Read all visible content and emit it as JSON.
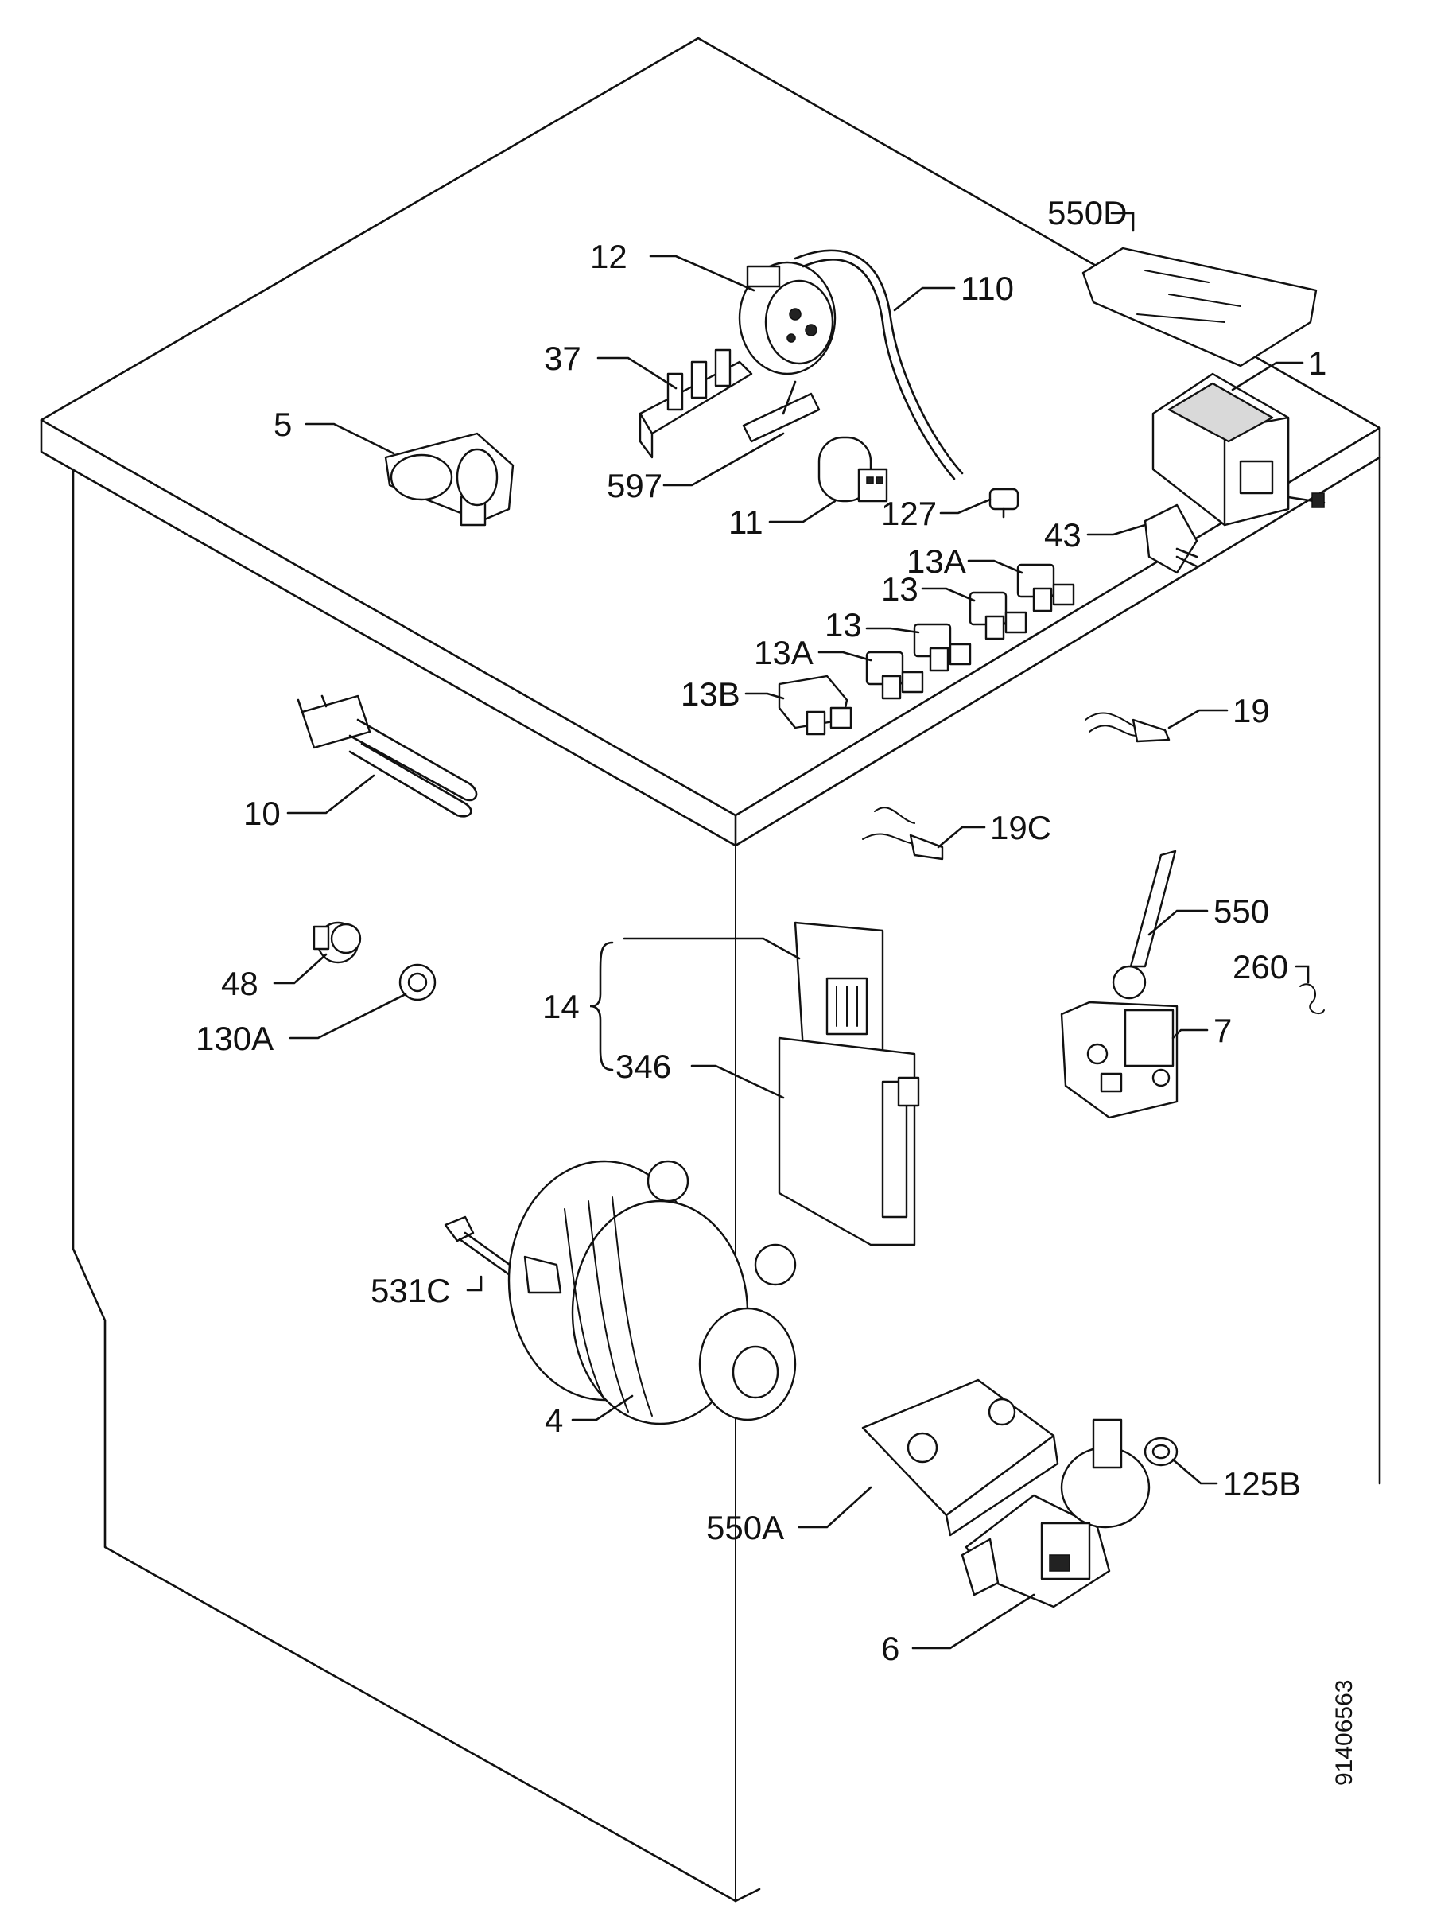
{
  "labels": [
    {
      "id": "550d",
      "text": "550D"
    },
    {
      "id": "12",
      "text": "12"
    },
    {
      "id": "110",
      "text": "110"
    },
    {
      "id": "37",
      "text": "37"
    },
    {
      "id": "1",
      "text": "1"
    },
    {
      "id": "5",
      "text": "5"
    },
    {
      "id": "597",
      "text": "597"
    },
    {
      "id": "11",
      "text": "11"
    },
    {
      "id": "127",
      "text": "127"
    },
    {
      "id": "43",
      "text": "43"
    },
    {
      "id": "13a-1",
      "text": "13A"
    },
    {
      "id": "13-1",
      "text": "13"
    },
    {
      "id": "13-2",
      "text": "13"
    },
    {
      "id": "13a-2",
      "text": "13A"
    },
    {
      "id": "13b",
      "text": "13B"
    },
    {
      "id": "19",
      "text": "19"
    },
    {
      "id": "10",
      "text": "10"
    },
    {
      "id": "19c",
      "text": "19C"
    },
    {
      "id": "550",
      "text": "550"
    },
    {
      "id": "260",
      "text": "260"
    },
    {
      "id": "48",
      "text": "48"
    },
    {
      "id": "14",
      "text": "14"
    },
    {
      "id": "130a",
      "text": "130A"
    },
    {
      "id": "7",
      "text": "7"
    },
    {
      "id": "346",
      "text": "346"
    },
    {
      "id": "531c",
      "text": "531C"
    },
    {
      "id": "4",
      "text": "4"
    },
    {
      "id": "125b",
      "text": "125B"
    },
    {
      "id": "550a",
      "text": "550A"
    },
    {
      "id": "6",
      "text": "6"
    }
  ],
  "drawing_number": "91406563"
}
